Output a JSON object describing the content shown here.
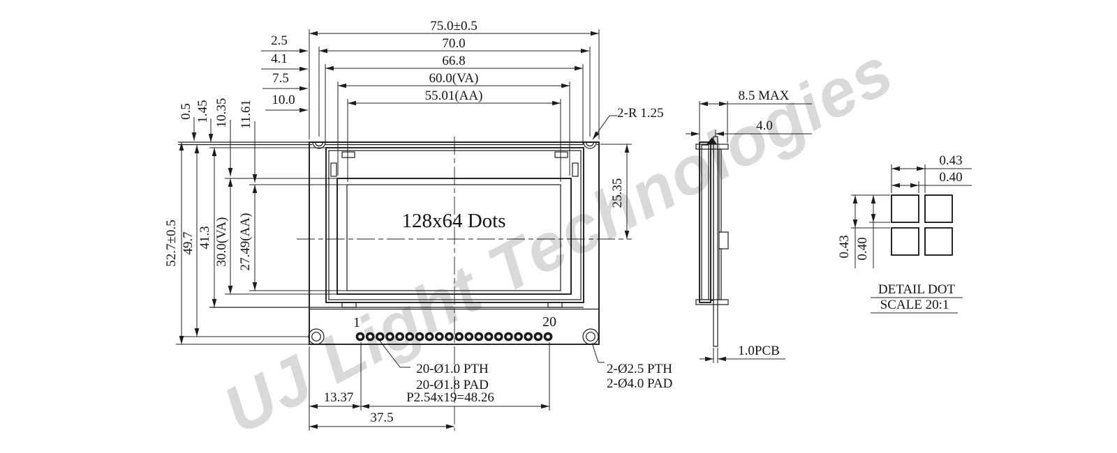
{
  "watermark": "UJ Light Technologies",
  "front": {
    "display_label": "128x64 Dots",
    "pin_start": "1",
    "pin_end": "20",
    "dims_top": [
      "75.0±0.5",
      "70.0",
      "66.8",
      "60.0(VA)",
      "55.01(AA)"
    ],
    "dims_top_left": [
      "2.5",
      "4.1",
      "7.5",
      "10.0"
    ],
    "dims_left_small": [
      "0.5",
      "1.45",
      "10.35",
      "11.61"
    ],
    "dims_left": [
      "52.7±0.5",
      "49.7",
      "41.3",
      "30.0(VA)",
      "27.49(AA)"
    ],
    "dim_corner_radius": "2-R 1.25",
    "dim_bezel_height": "25.35",
    "dim_pin_offset": "13.37",
    "dim_pin_pitch": "P2.54x19=48.26",
    "dim_center_offset": "37.5",
    "callout_pins": [
      "20-Ø1.0 PTH",
      "20-Ø1.8 PAD"
    ],
    "callout_holes": [
      "2-Ø2.5 PTH",
      "2-Ø4.0 PAD"
    ]
  },
  "side": {
    "dim_total_thickness": "8.5 MAX",
    "dim_module_thickness": "4.0",
    "dim_pcb": "1.0PCB"
  },
  "detail": {
    "dim_h_pitch": "0.43",
    "dim_h_dot": "0.40",
    "dim_v_pitch": "0.43",
    "dim_v_dot": "0.40",
    "caption": "DETAIL DOT",
    "scale": "SCALE 20:1"
  },
  "colors": {
    "line": "#1c1c1c",
    "watermark": "#d9d9d9",
    "background": "#ffffff"
  }
}
